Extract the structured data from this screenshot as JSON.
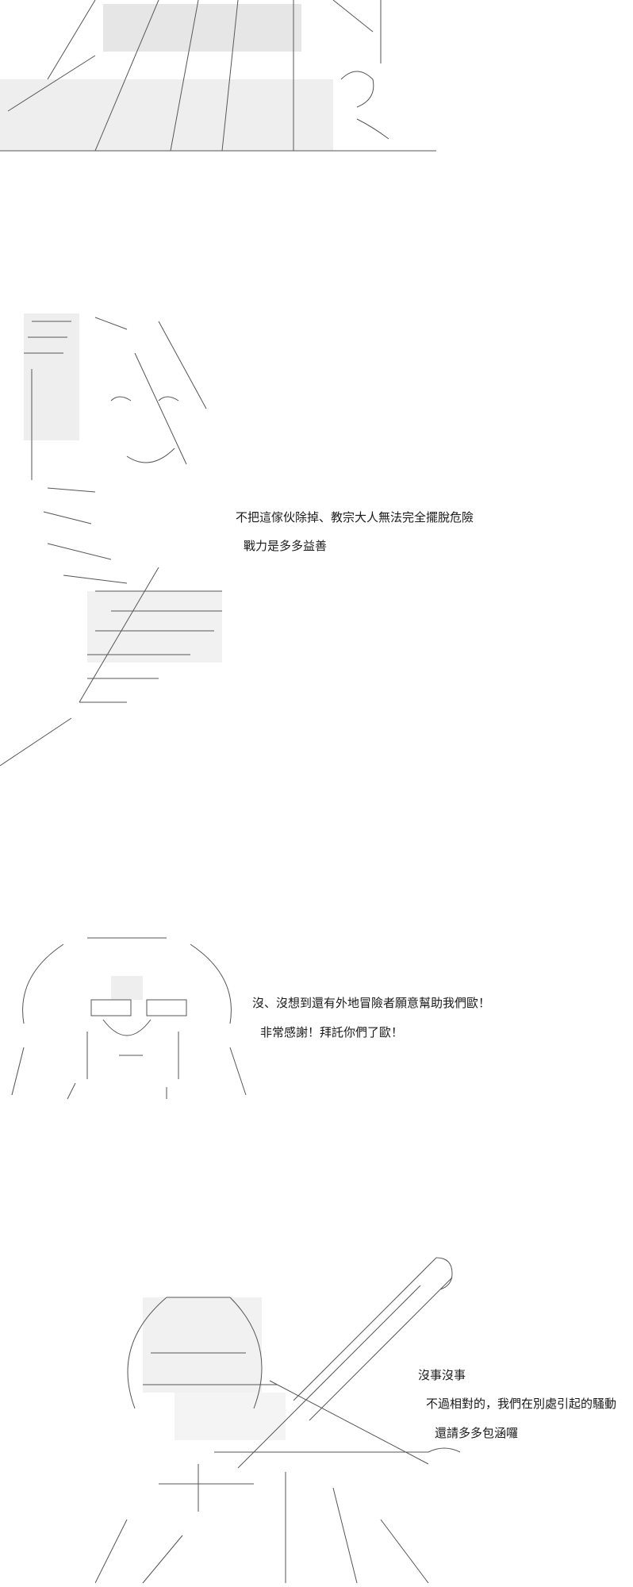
{
  "panels": [
    {
      "lines": []
    },
    {
      "lines": [
        "不把這傢伙除掉、教宗大人無法完全擺脫危險",
        "戰力是多多益善"
      ]
    },
    {
      "lines": [
        "沒、沒想到還有外地冒險者願意幫助我們歐！",
        "非常感謝！拜託你們了歐！"
      ]
    },
    {
      "lines": [
        "沒事沒事",
        "不過相對的，我們在別處引起的騷動",
        "還請多多包涵囉"
      ]
    }
  ]
}
